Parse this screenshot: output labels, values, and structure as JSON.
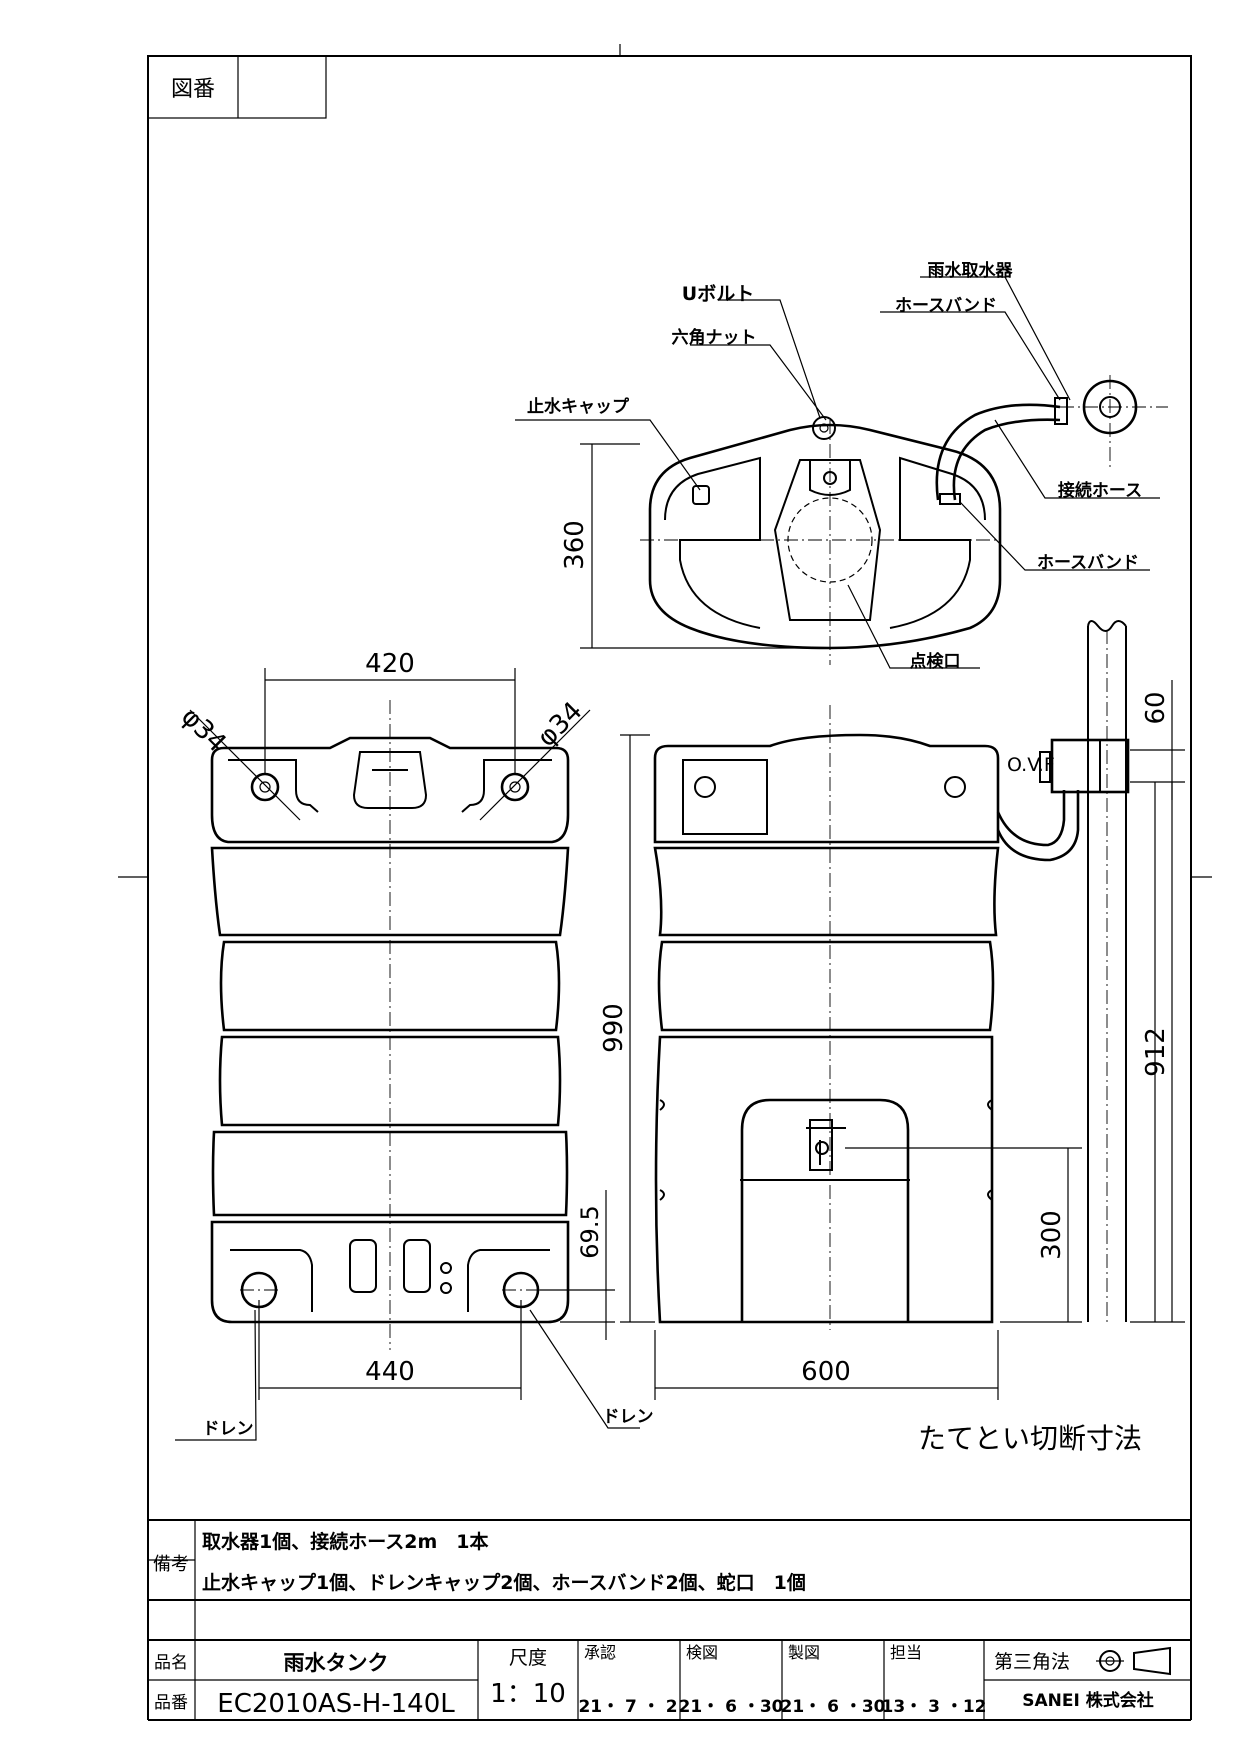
{
  "drawing_number_label": "図番",
  "drawing_number_value": "",
  "top_view": {
    "labels": {
      "rain_collector": "雨水取水器",
      "hose_band_top": "ホースバンド",
      "u_bolt": "Uボルト",
      "hex_nut": "六角ナット",
      "stop_cap": "止水キャップ",
      "connection_hose": "接続ホース",
      "hose_band_right": "ホースバンド",
      "inspection_port": "点検口"
    },
    "dim_height": "360"
  },
  "front_view": {
    "dim_top_width": "420",
    "dim_phi_left": "φ34",
    "dim_phi_right": "φ34",
    "dim_bottom_width": "440",
    "dim_drain_offset": "69.5",
    "drain_left": "ドレン",
    "drain_right": "ドレン"
  },
  "side_view": {
    "dim_height": "990",
    "dim_width": "600",
    "dim_faucet": "300",
    "dim_ovf_top": "60",
    "ovf_label": "O.V.F",
    "dim_gutter": "912",
    "gutter_caption": "たてとい切断寸法"
  },
  "title_block": {
    "remarks_label": "備考",
    "remarks_line1": "取水器1個、接続ホース2m　1本",
    "remarks_line2": "止水キャップ1個、ドレンキャップ2個、ホースバンド2個、蛇口　1個",
    "product_name_label": "品名",
    "product_name": "雨水タンク",
    "product_code_label": "品番",
    "product_code": "EC2010AS-H-140L",
    "scale_label": "尺度",
    "scale_value": "1：10",
    "approval_label": "承認",
    "approval_date": "21・ 7 ・ 2",
    "check_label": "検図",
    "check_date": "21・ 6 ・30",
    "draft_label": "製図",
    "draft_date": "21・ 6 ・30",
    "charge_label": "担当",
    "charge_date": "13・ 3 ・12",
    "projection_label": "第三角法",
    "company": "SANEI 株式会社"
  }
}
